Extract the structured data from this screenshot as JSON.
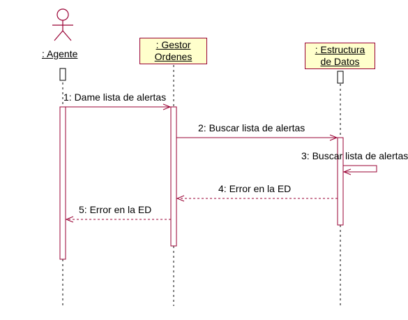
{
  "participants": [
    {
      "id": "agente",
      "kind": "actor",
      "label": ": Agente"
    },
    {
      "id": "gestor",
      "kind": "object",
      "label_lines": [
        ": Gestor",
        "Ordenes"
      ]
    },
    {
      "id": "estructura",
      "kind": "object",
      "label_lines": [
        ": Estructura",
        "de Datos"
      ]
    }
  ],
  "messages": [
    {
      "id": "m1",
      "label": "1: Dame lista de alertas",
      "from": "agente",
      "to": "gestor",
      "style": "sync"
    },
    {
      "id": "m2",
      "label": "2: Buscar lista de alertas",
      "from": "gestor",
      "to": "estructura",
      "style": "sync"
    },
    {
      "id": "m3",
      "label": "3: Buscar lista de alertas",
      "from": "estructura",
      "to": "estructura",
      "style": "self"
    },
    {
      "id": "m4",
      "label": "4: Error en la ED",
      "from": "estructura",
      "to": "gestor",
      "style": "return"
    },
    {
      "id": "m5",
      "label": "5: Error en la ED",
      "from": "gestor",
      "to": "agente",
      "style": "return"
    }
  ],
  "colors": {
    "line": "#990033",
    "box_fill": "#ffffcc",
    "text": "#000000"
  }
}
